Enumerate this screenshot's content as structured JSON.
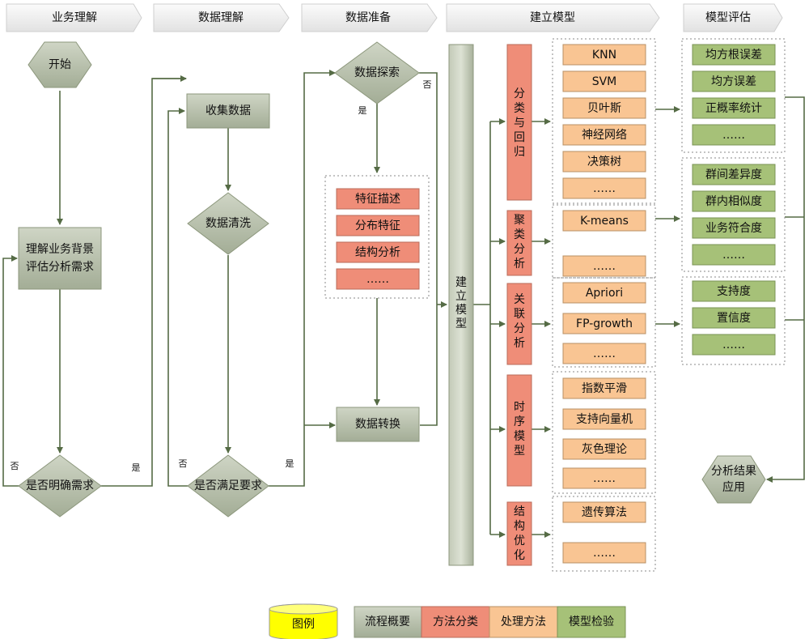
{
  "stages": [
    "业务理解",
    "数据理解",
    "数据准备",
    "建立模型",
    "模型评估"
  ],
  "business": {
    "start": "开始",
    "understand": [
      "理解业务背景",
      "评估分析需求"
    ],
    "decision": "是否明确需求",
    "yes": "是",
    "no": "否"
  },
  "data_understanding": {
    "collect": "收集数据",
    "clean": "数据清洗",
    "decision": "是否满足要求",
    "yes": "是",
    "no": "否"
  },
  "data_prep": {
    "explore": "数据探索",
    "yes": "是",
    "no": "否",
    "methods": [
      "特征描述",
      "分布特征",
      "结构分析",
      "……"
    ],
    "transform": "数据转换"
  },
  "modeling": {
    "main": [
      "建",
      "立",
      "模",
      "型"
    ],
    "groups": [
      {
        "label": [
          "分",
          "类",
          "与",
          "回",
          "归"
        ],
        "methods": [
          "KNN",
          "SVM",
          "贝叶斯",
          "神经网络",
          "决策树",
          "……"
        ]
      },
      {
        "label": [
          "聚",
          "类",
          "分",
          "析"
        ],
        "methods": [
          "K-means",
          "……"
        ]
      },
      {
        "label": [
          "关",
          "联",
          "分",
          "析"
        ],
        "methods": [
          "Apriori",
          "FP-growth",
          "……"
        ]
      },
      {
        "label": [
          "时",
          "序",
          "模",
          "型"
        ],
        "methods": [
          "指数平滑",
          "支持向量机",
          "灰色理论",
          "……"
        ]
      },
      {
        "label": [
          "结",
          "构",
          "优",
          "化"
        ],
        "methods": [
          "遗传算法",
          "……"
        ]
      }
    ]
  },
  "evaluation": {
    "groups": [
      [
        "均方根误差",
        "均方误差",
        "正概率统计",
        "……"
      ],
      [
        "群间差异度",
        "群内相似度",
        "业务符合度",
        "……"
      ],
      [
        "支持度",
        "置信度",
        "……"
      ]
    ],
    "final": [
      "分析结果",
      "应用"
    ]
  },
  "legend": {
    "title": "图例",
    "items": [
      "流程概要",
      "方法分类",
      "处理方法",
      "模型检验"
    ]
  },
  "colors": {
    "gray": "#b9c2ad",
    "salmon": "#ef8d78",
    "peach": "#f9c593",
    "green": "#a6c178",
    "yellow": "#ffff00",
    "line": "#556b45"
  }
}
